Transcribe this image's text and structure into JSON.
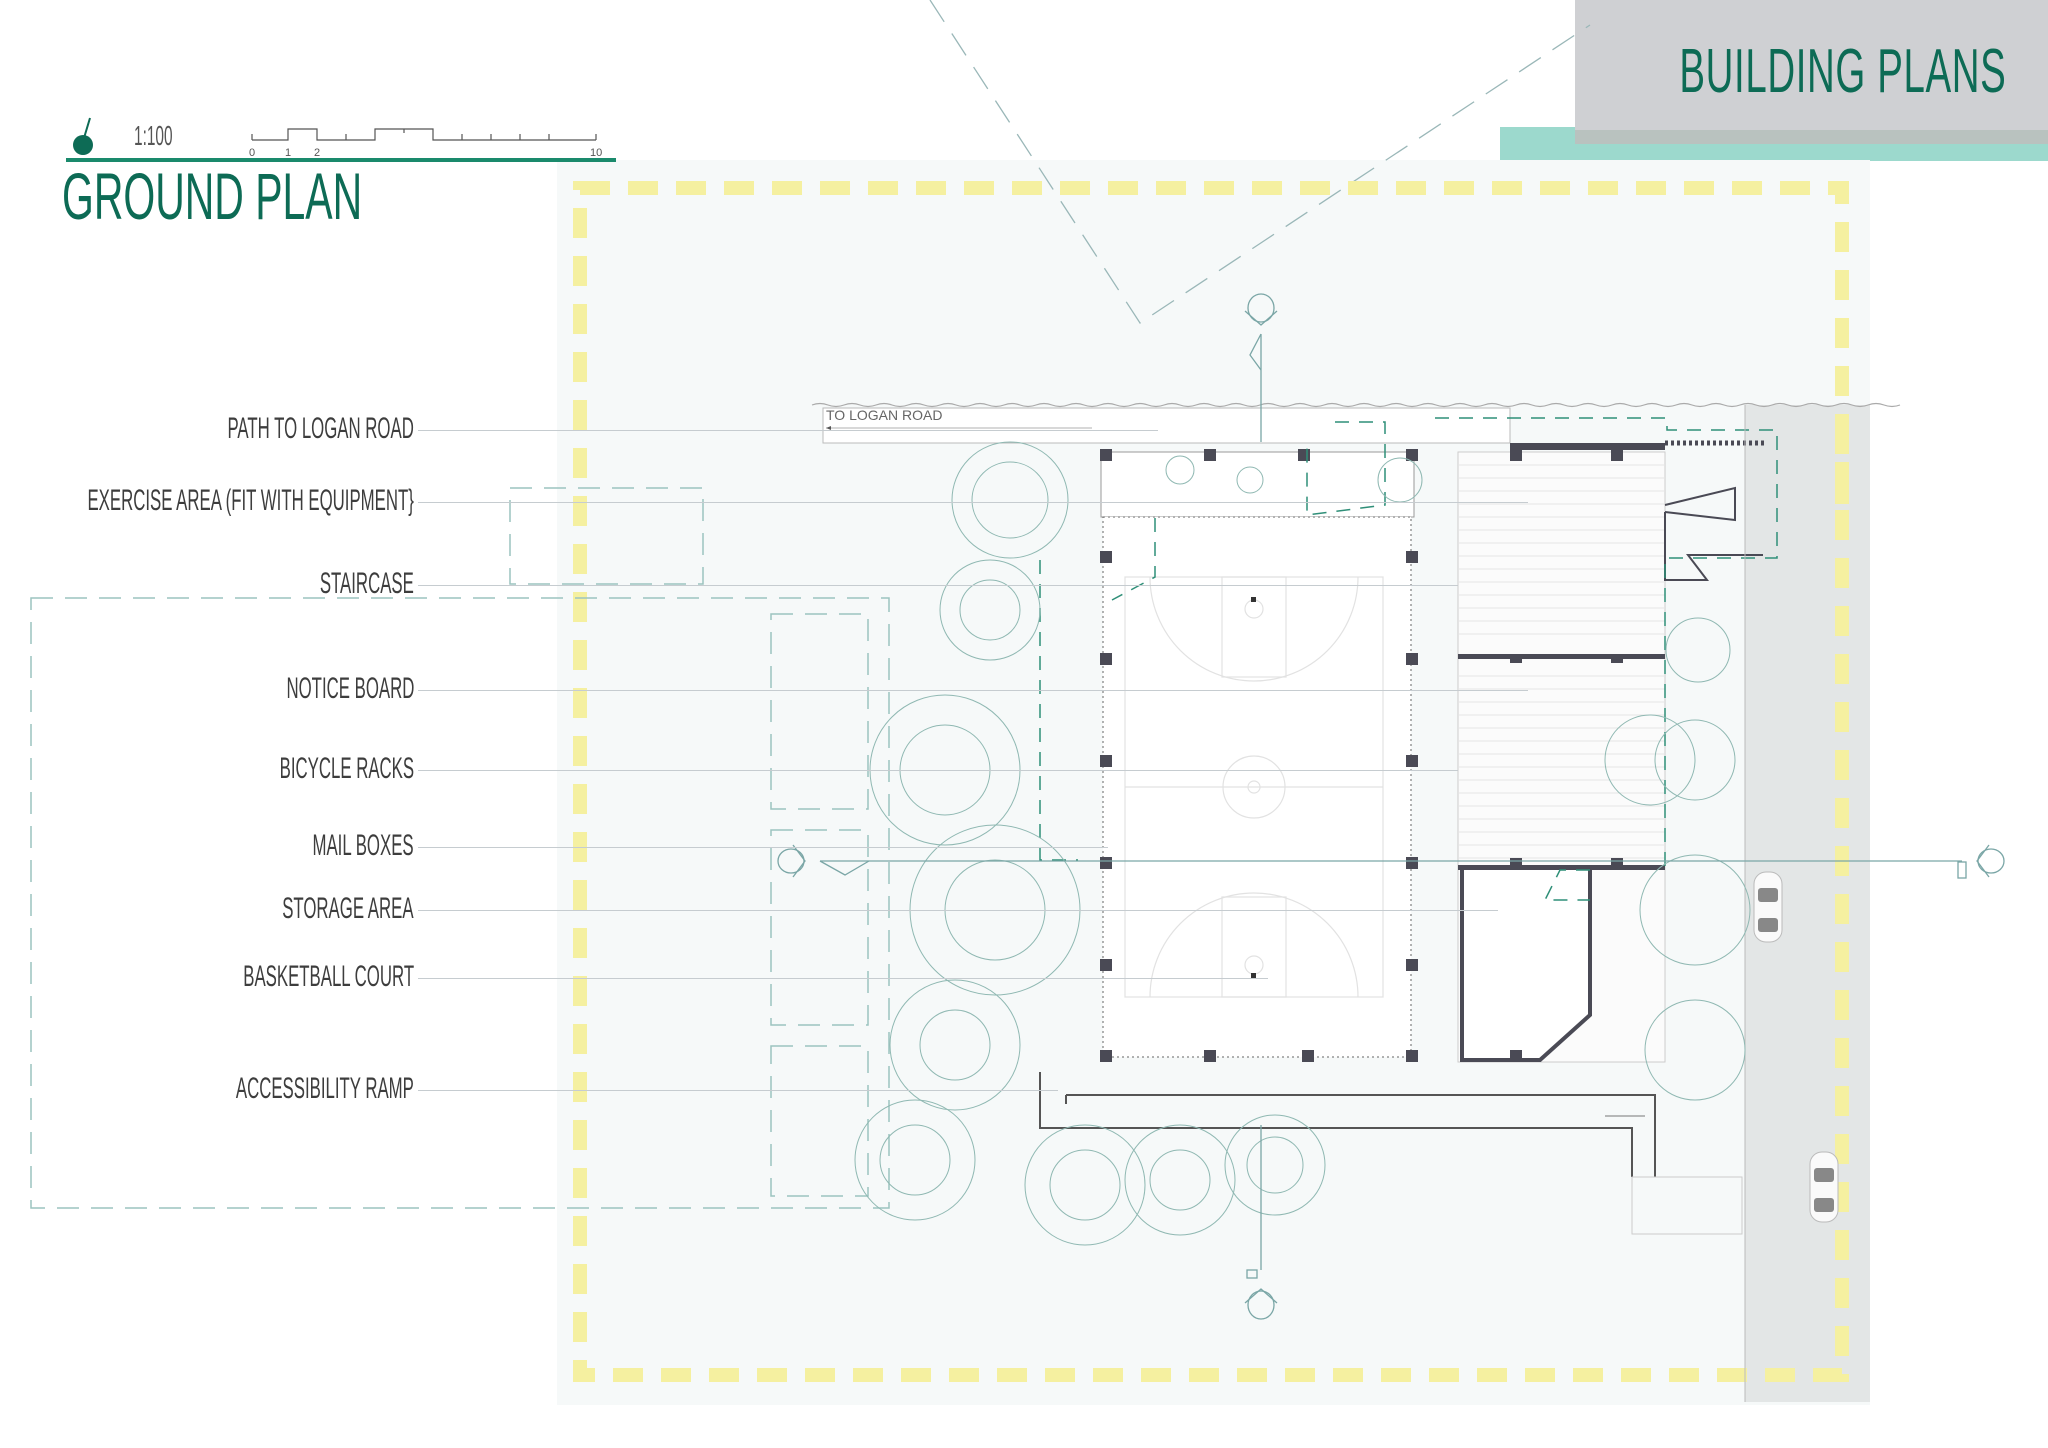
{
  "header": {
    "section_title": "BUILDING PLANS",
    "plan_title": "GROUND PLAN",
    "scale": "1:100",
    "scale_bar_ticks": [
      "0",
      "1",
      "2",
      "10"
    ]
  },
  "labels": [
    {
      "id": "path-to-logan-road",
      "text": "PATH TO LOGAN ROAD"
    },
    {
      "id": "exercise-area",
      "text": "EXERCISE AREA (FIT WITH EQUIPMENT}"
    },
    {
      "id": "staircase",
      "text": "STAIRCASE"
    },
    {
      "id": "notice-board",
      "text": "NOTICE BOARD"
    },
    {
      "id": "bicycle-racks",
      "text": "BICYCLE RACKS"
    },
    {
      "id": "mail-boxes",
      "text": "MAIL BOXES"
    },
    {
      "id": "storage-area",
      "text": "STORAGE AREA"
    },
    {
      "id": "basketball-court",
      "text": "BASKETBALL COURT"
    },
    {
      "id": "accessibility-ramp",
      "text": "ACCESSIBILITY RAMP"
    }
  ],
  "plan": {
    "path_annotation": "TO LOGAN ROAD",
    "section_markers": [
      "north",
      "south",
      "west",
      "east"
    ]
  },
  "colors": {
    "brand_green": "#0d6b55",
    "accent_teal": "#9cd9cd",
    "title_grey": "#cfd0d3",
    "boundary_yellow": "#f5f0a0",
    "wall_dark": "#4a4a55",
    "road_grey": "#e3e6e6",
    "site_bg": "#f6f9f9",
    "dashed_teal": "#2f8f78"
  }
}
